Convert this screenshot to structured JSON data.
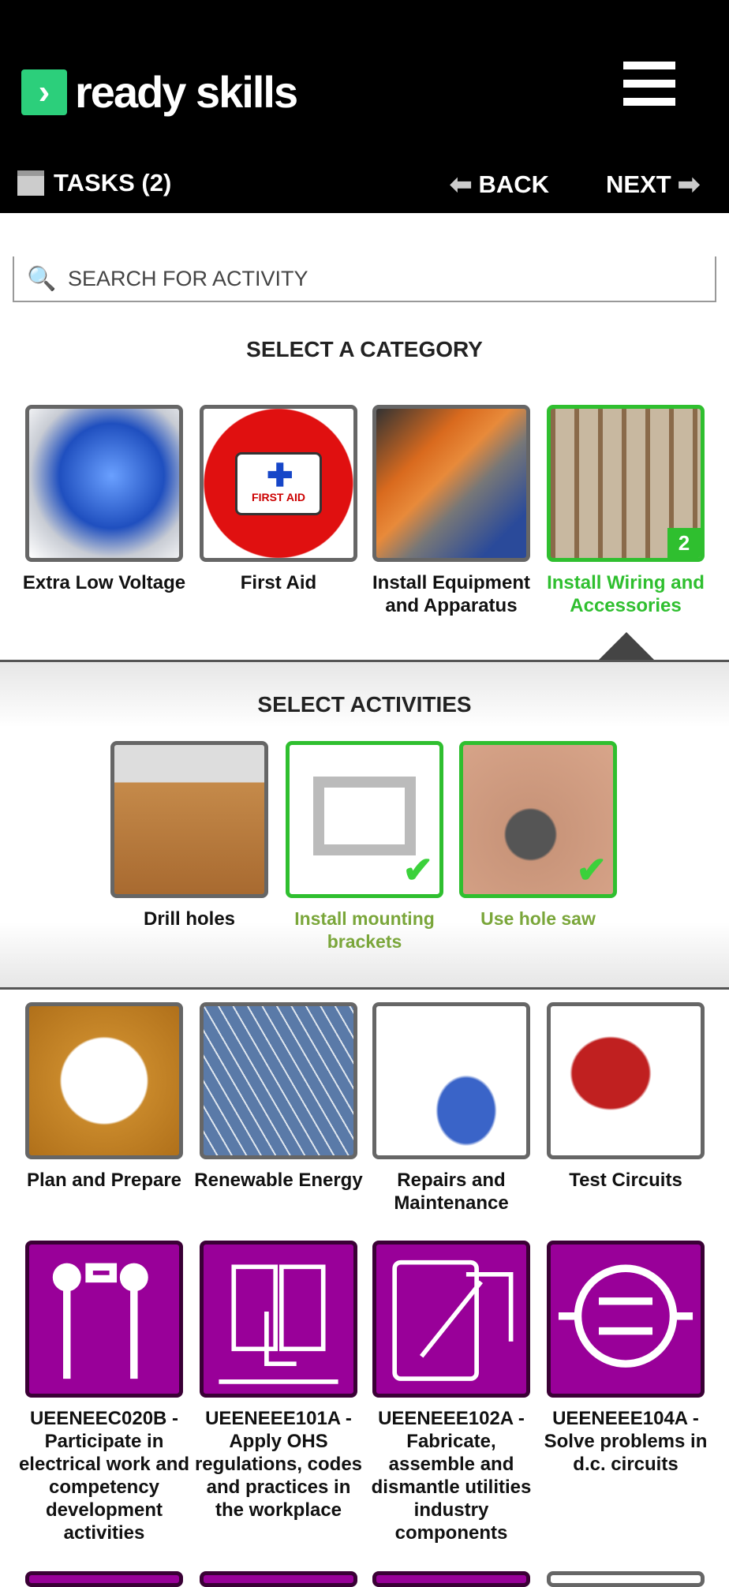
{
  "header": {
    "logo_text": "ready skills",
    "tasks_label": "TASKS (2)",
    "back_label": "BACK",
    "next_label": "NEXT"
  },
  "search": {
    "placeholder": "SEARCH FOR ACTIVITY"
  },
  "categories_title": "SELECT A CATEGORY",
  "categories": [
    {
      "label": "Extra Low Voltage"
    },
    {
      "label": "First Aid",
      "image_text": "FIRST AID"
    },
    {
      "label": "Install Equipment and Apparatus"
    },
    {
      "label": "Install Wiring and Accessories",
      "badge": "2",
      "selected": true
    }
  ],
  "activities_title": "SELECT ACTIVITIES",
  "activities": [
    {
      "label": "Drill holes"
    },
    {
      "label": "Install mounting brackets",
      "completed": true
    },
    {
      "label": "Use hole saw",
      "completed": true
    }
  ],
  "categories_more": [
    {
      "label": "Plan and Prepare"
    },
    {
      "label": "Renewable Energy"
    },
    {
      "label": "Repairs and Maintenance"
    },
    {
      "label": "Test Circuits"
    }
  ],
  "units": [
    {
      "label": "UEENEEC020B - Participate in electrical work and competency development activities"
    },
    {
      "label": "UEENEEE101A - Apply OHS regulations, codes and practices in the workplace"
    },
    {
      "label": "UEENEEE102A - Fabricate, assemble and dismantle utilities industry components"
    },
    {
      "label": "UEENEEE104A - Solve problems in d.c. circuits"
    }
  ],
  "colors": {
    "accent": "#2fbf2f",
    "unit_purple": "#990099",
    "completed_label": "#7aa63a"
  }
}
